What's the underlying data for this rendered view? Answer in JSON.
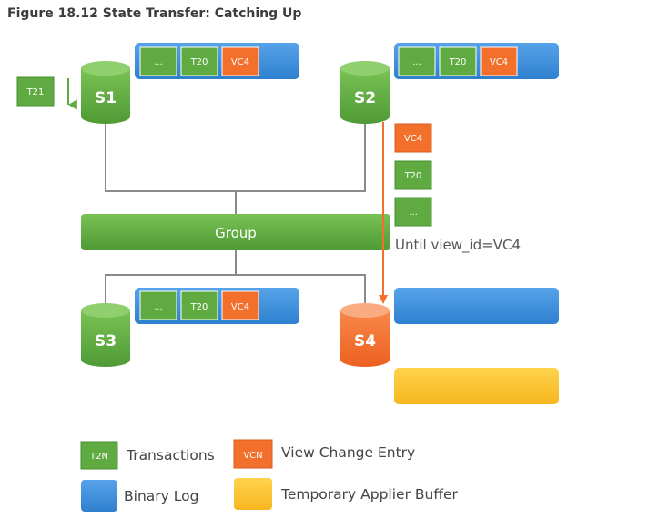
{
  "title": "Figure 18.12 State Transfer: Catching Up",
  "colors": {
    "transaction": "#5fab41",
    "view_change": "#f26f2c",
    "binary_log": "#3d8ed9",
    "applier_buffer": "#fbc02d",
    "line": "#8a8a8a",
    "arrow_green": "#5fab41",
    "arrow_orange": "#f26f2c"
  },
  "servers": {
    "s1": "S1",
    "s2": "S2",
    "s3": "S3",
    "s4": "S4"
  },
  "binlogs": {
    "s1": [
      "...",
      "T20",
      "VC4"
    ],
    "s2": [
      "...",
      "T20",
      "VC4"
    ],
    "s3": [
      "...",
      "T20",
      "VC4"
    ]
  },
  "incoming_transaction": "T21",
  "transfer_stack": [
    "VC4",
    "T20",
    "..."
  ],
  "group_label": "Group",
  "until_label": "Until view_id=VC4",
  "legend": {
    "transaction_chip": "T2N",
    "transaction_label": "Transactions",
    "view_change_chip": "VCN",
    "view_change_label": "View Change Entry",
    "binary_log_label": "Binary Log",
    "applier_buffer_label": "Temporary Applier Buffer"
  }
}
